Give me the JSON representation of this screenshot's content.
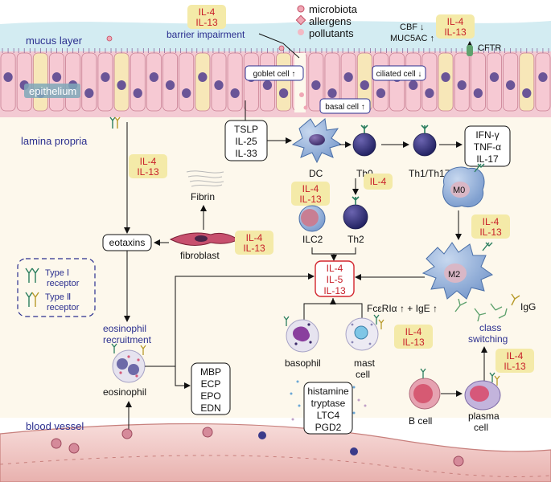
{
  "regions": {
    "mucus_layer": "mucus layer",
    "epithelium": "epithelium",
    "lamina_propria": "lamina propria",
    "blood_vessel": "blood vessel"
  },
  "il4": "IL-4",
  "il13": "IL-13",
  "legend_top": {
    "microbiota": "microbiota",
    "allergens": "allergens",
    "pollutants": "pollutants"
  },
  "barrier_impairment": "barrier impairment",
  "cbf_down": "CBF ↓",
  "muc5ac_up": "MUC5AC ↑",
  "cftr": "CFTR",
  "goblet_cell": "goblet cell ↑",
  "ciliated_cell": "ciliated cell ↓",
  "basal_cell": "basal cell ↑",
  "alarmins": [
    "TSLP",
    "IL-25",
    "IL-33"
  ],
  "th1_cytokines": [
    "IFN-γ",
    "TNF-α",
    "IL-17"
  ],
  "cells": {
    "dc": "DC",
    "th0": "Th0",
    "th1_th17": "Th1/Th17",
    "ilc2": "ILC2",
    "th2": "Th2",
    "m0": "M0",
    "m2": "M2",
    "fibrin": "Fibrin",
    "fibroblast": "fibroblast",
    "basophil": "basophil",
    "mast_cell_1": "mast",
    "mast_cell_2": "cell",
    "b_cell": "B cell",
    "plasma_cell_1": "plasma",
    "plasma_cell_2": "cell",
    "eosinophil": "eosinophil"
  },
  "th2_cytokines": [
    "IL-4",
    "IL-5",
    "IL-13"
  ],
  "eotaxins": "eotaxins",
  "receptor_legend": {
    "type1_a": "Type Ⅰ",
    "type1_b": "receptor",
    "type2_a": "Type Ⅱ",
    "type2_b": "receptor"
  },
  "eos_recruitment_1": "eosinophil",
  "eos_recruitment_2": "recruitment",
  "granules": [
    "MBP",
    "ECP",
    "EPO",
    "EDN"
  ],
  "mediators": [
    "histamine",
    "tryptase",
    "LTC4",
    "PGD2"
  ],
  "fce_ige": "FcεRIα ↑  +  IgE ↑",
  "igg": "IgG",
  "class_switching_1": "class",
  "class_switching_2": "switching",
  "colors": {
    "mucus": "#cfe9f0",
    "epithelium_cell": "#f6c9d3",
    "nucleus": "#6a5597",
    "label_blue": "#2b2f8f",
    "il_box": "#f4eaa8",
    "il_text": "#c8202a",
    "red_box": "#d3262e",
    "vessel": "#f2cbc9"
  }
}
